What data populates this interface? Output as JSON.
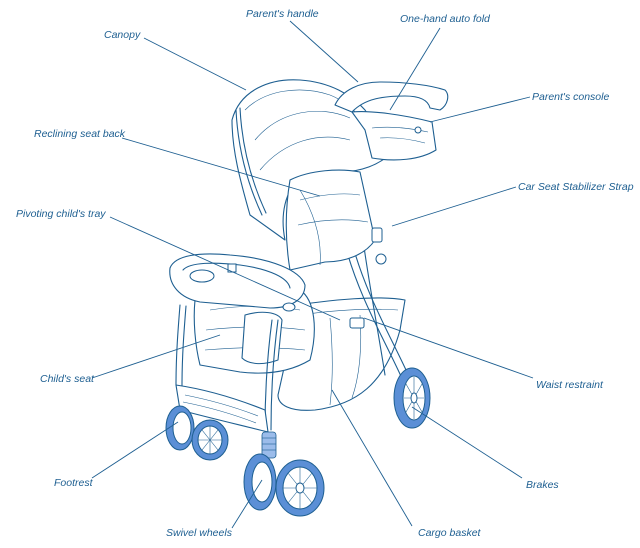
{
  "diagram": {
    "labels": {
      "parents_handle": "Parent's handle",
      "one_hand_auto_fold": "One-hand auto fold",
      "canopy": "Canopy",
      "parents_console": "Parent's console",
      "reclining_seat_back": "Reclining seat back",
      "car_seat_stabilizer_strap": "Car Seat Stabilizer Strap",
      "pivoting_childs_tray": "Pivoting child's tray",
      "childs_seat": "Child's seat",
      "waist_restraint": "Waist restraint",
      "footrest": "Footrest",
      "brakes": "Brakes",
      "swivel_wheels": "Swivel wheels",
      "cargo_basket": "Cargo basket"
    },
    "colors": {
      "line": "#1e5f91",
      "wheel_tire": "#5b8fd6",
      "spring": "#9bbcea",
      "background": "#ffffff"
    }
  }
}
